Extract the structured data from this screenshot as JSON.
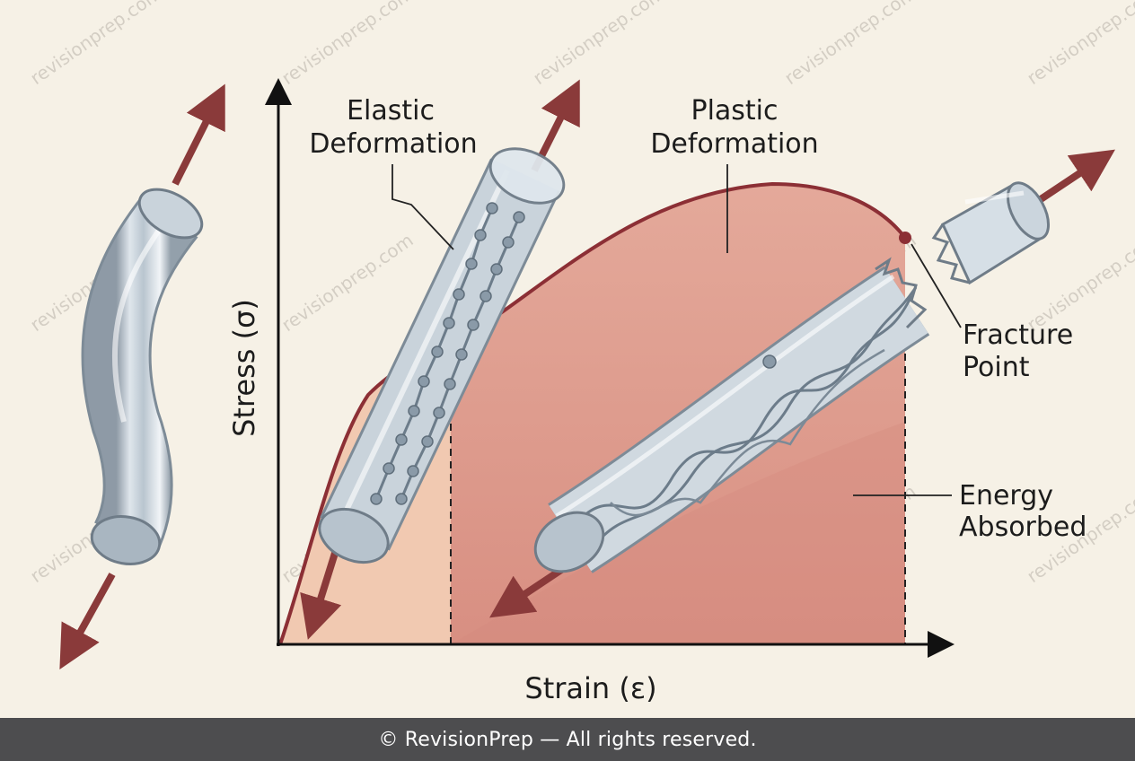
{
  "labels": {
    "elastic_line1": "Elastic",
    "elastic_line2": "Deformation",
    "plastic_line1": "Plastic",
    "plastic_line2": "Deformation",
    "fracture_line1": "Fracture",
    "fracture_line2": "Point",
    "energy_line1": "Energy",
    "energy_line2": "Absorbed"
  },
  "axes": {
    "x_label": "Strain (ε)",
    "y_label": "Stress (σ)"
  },
  "watermark": "revisionprep.com",
  "footer": "© RevisionPrep — All rights reserved.",
  "colors": {
    "curve": "#8c2f35",
    "elastic_fill": "#f1c9b1",
    "plastic_fill": "#dfa093",
    "arrow": "#8a3a3a",
    "footer_bg": "#4d4d4f"
  }
}
